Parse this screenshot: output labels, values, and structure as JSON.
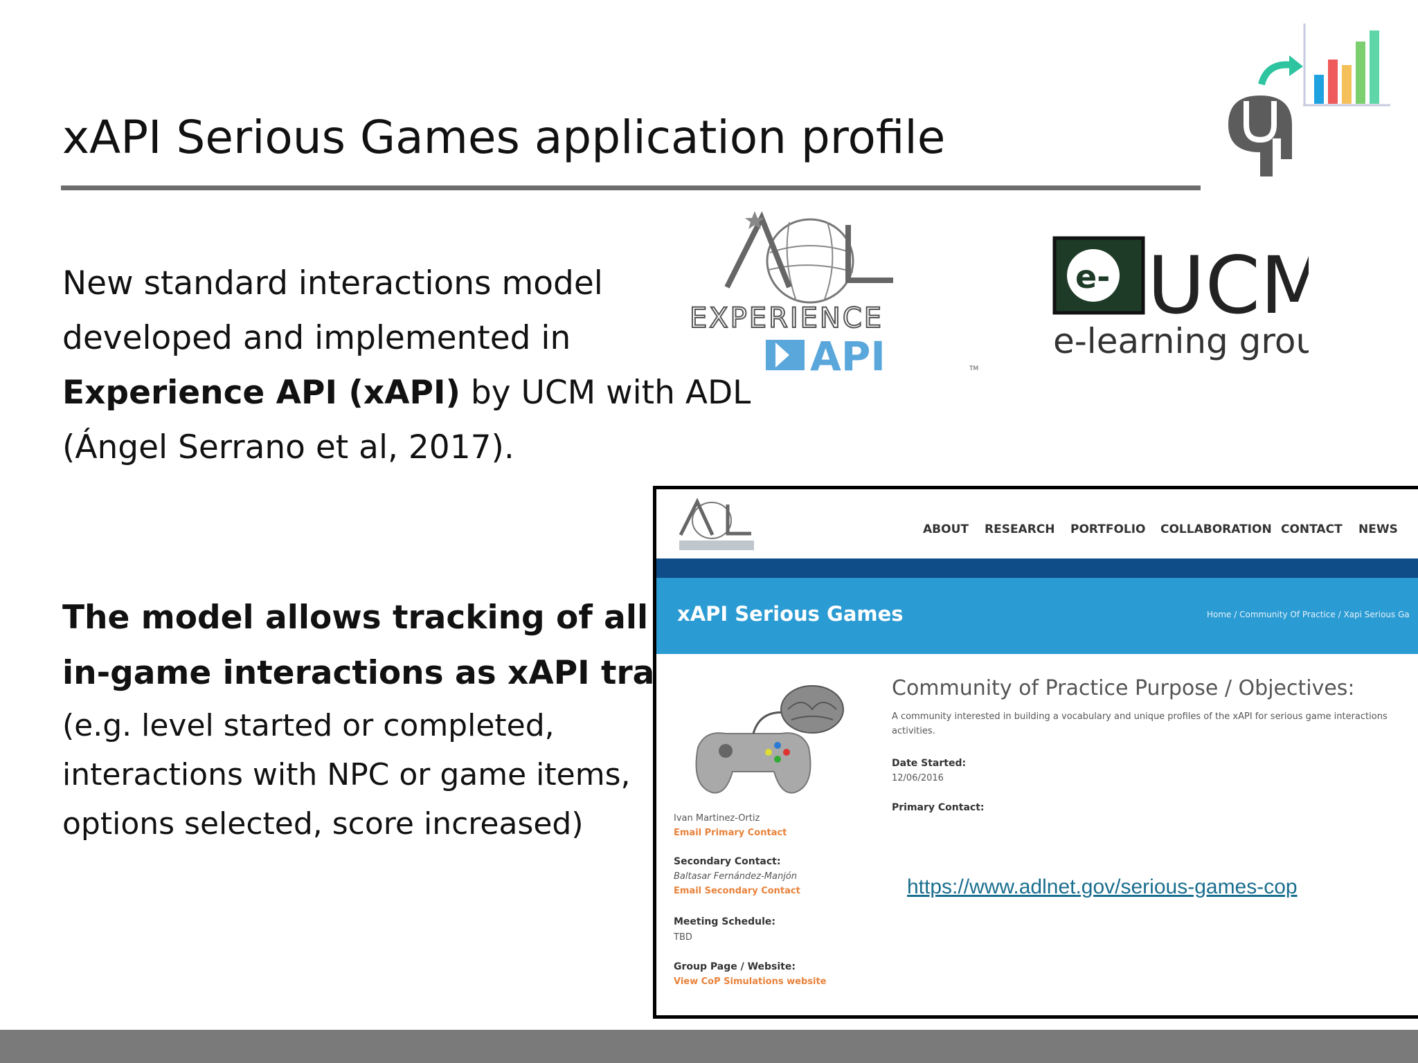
{
  "slide": {
    "title": "xAPI Serious Games application profile",
    "paragraph1": {
      "line1": "New standard interactions model",
      "line2": "developed and implemented in",
      "line3_bold": "Experience API (xAPI)",
      "line3_rest": " by UCM with ADL",
      "line4": "(Ángel Serrano et al, 2017)."
    },
    "paragraph2": {
      "line1": "The model allows tracking of all",
      "line2": "in-game interactions as xAPI traces",
      "line3": "(e.g. level started or completed,",
      "line4": "interactions with NPC or game items,",
      "line5": "options selected, score increased)"
    }
  },
  "logos": {
    "adl_line1": "EXPERIENCE",
    "adl_line2": "API",
    "adl_tm": "TM",
    "ucm_text": "UCM",
    "ucm_sub": "e-learning group",
    "ucm_badge": "e-"
  },
  "screenshot": {
    "nav": [
      "ABOUT",
      "RESEARCH",
      "PORTFOLIO",
      "COLLABORATION",
      "CONTACT",
      "NEWS"
    ],
    "banner_title": "xAPI Serious Games",
    "breadcrumbs": "Home  /  Community Of Practice  /  Xapi Serious Ga",
    "heading": "Community of Practice Purpose / Objectives:",
    "description": "A community interested in building a vocabulary and unique profiles of the xAPI for serious game interactions activities.",
    "date_started_label": "Date Started:",
    "date_started_value": "12/06/2016",
    "primary_contact_label": "Primary Contact:",
    "primary_contact_name": "Ivan Martinez-Ortiz",
    "email_primary": "Email Primary Contact",
    "secondary_contact_label": "Secondary Contact:",
    "secondary_contact_name": "Baltasar Fernández-Manjón",
    "email_secondary": "Email Secondary Contact",
    "meeting_label": "Meeting Schedule:",
    "meeting_value": "TBD",
    "group_label": "Group Page / Website:",
    "group_link": "View CoP Simulations website",
    "url": "https://www.adlnet.gov/serious-games-cop"
  },
  "colors": {
    "banner": "#2b9bd3",
    "stripe": "#0f4d88",
    "link_orange": "#e8823a",
    "url_teal": "#1a6e8f",
    "bar_gray": "#7a7a7a"
  }
}
